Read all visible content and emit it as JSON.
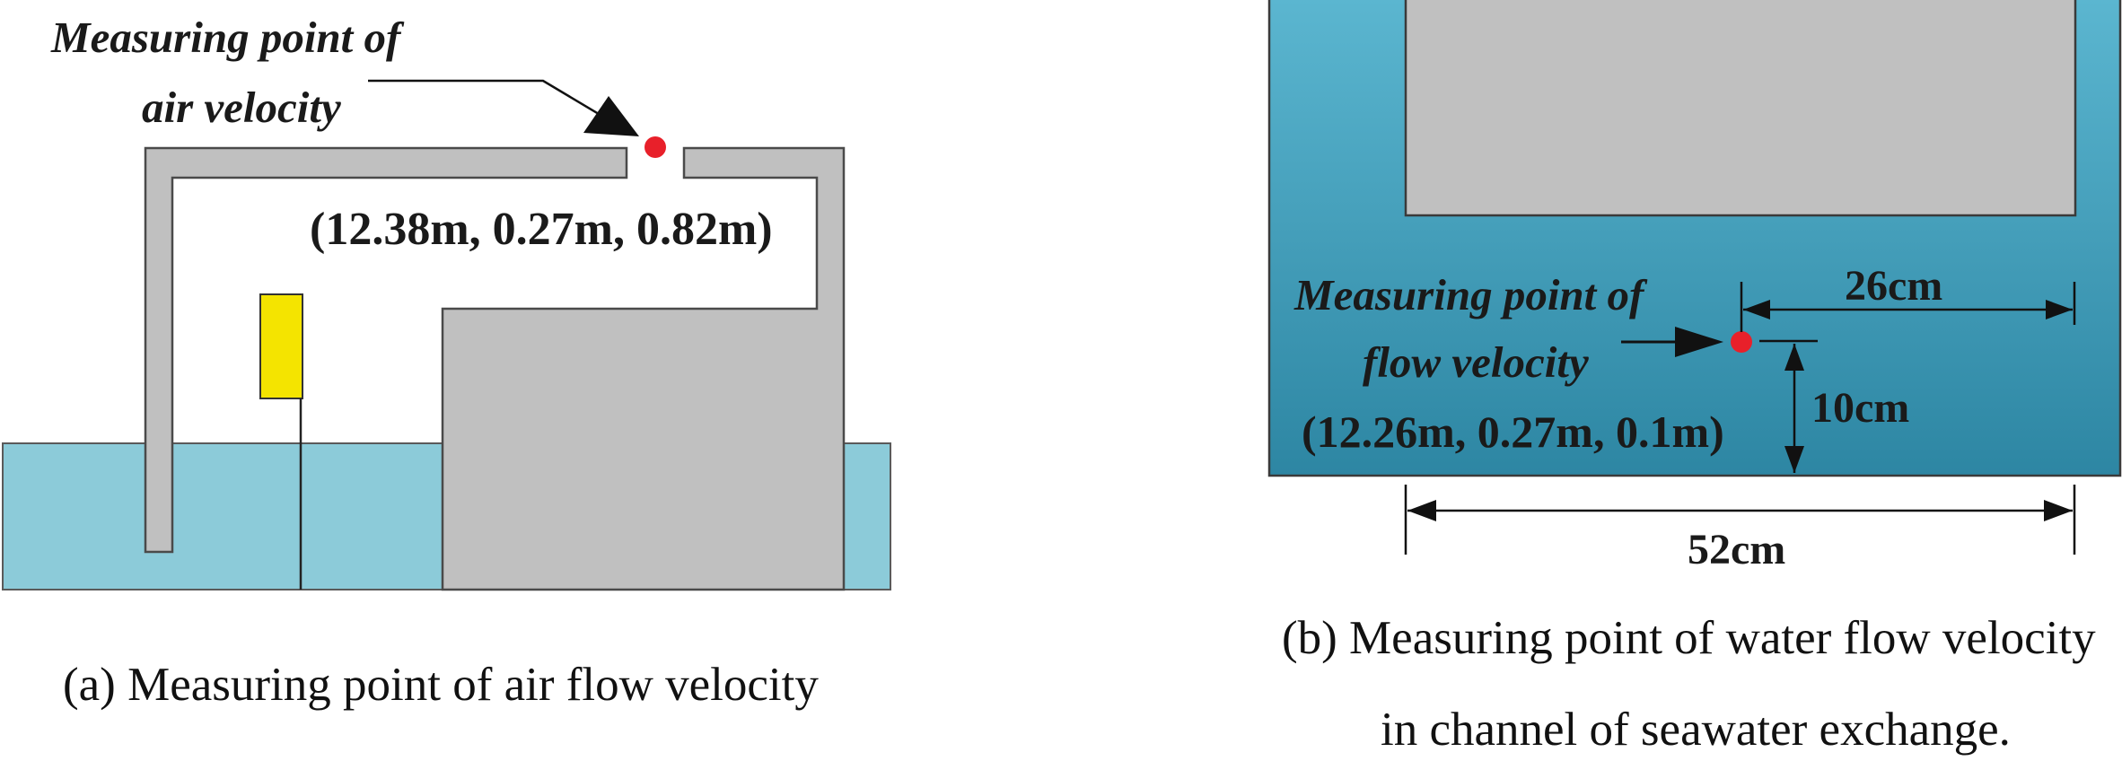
{
  "panel_a": {
    "measure_label_line1": "Measuring point of",
    "measure_label_line2": "air velocity",
    "coords": "(12.38m, 0.27m, 0.82m)",
    "caption": "(a) Measuring point of air flow velocity"
  },
  "panel_b": {
    "measure_label_line1": "Measuring point of",
    "measure_label_line2": "flow velocity",
    "coords": "(12.26m, 0.27m, 0.1m)",
    "dim_width_small": "26cm",
    "dim_height": "10cm",
    "dim_width_large": "52cm",
    "caption_line1": "(b) Measuring point of water flow velocity",
    "caption_line2": "in channel of seawater exchange."
  },
  "colors": {
    "water_light": "#8ccbd9",
    "water_deep_top": "#5bb6d0",
    "water_deep_bottom": "#2d86a3",
    "structure_gray": "#c0c0c0",
    "probe_yellow": "#f4e400",
    "measure_point_red": "#e8202a"
  }
}
